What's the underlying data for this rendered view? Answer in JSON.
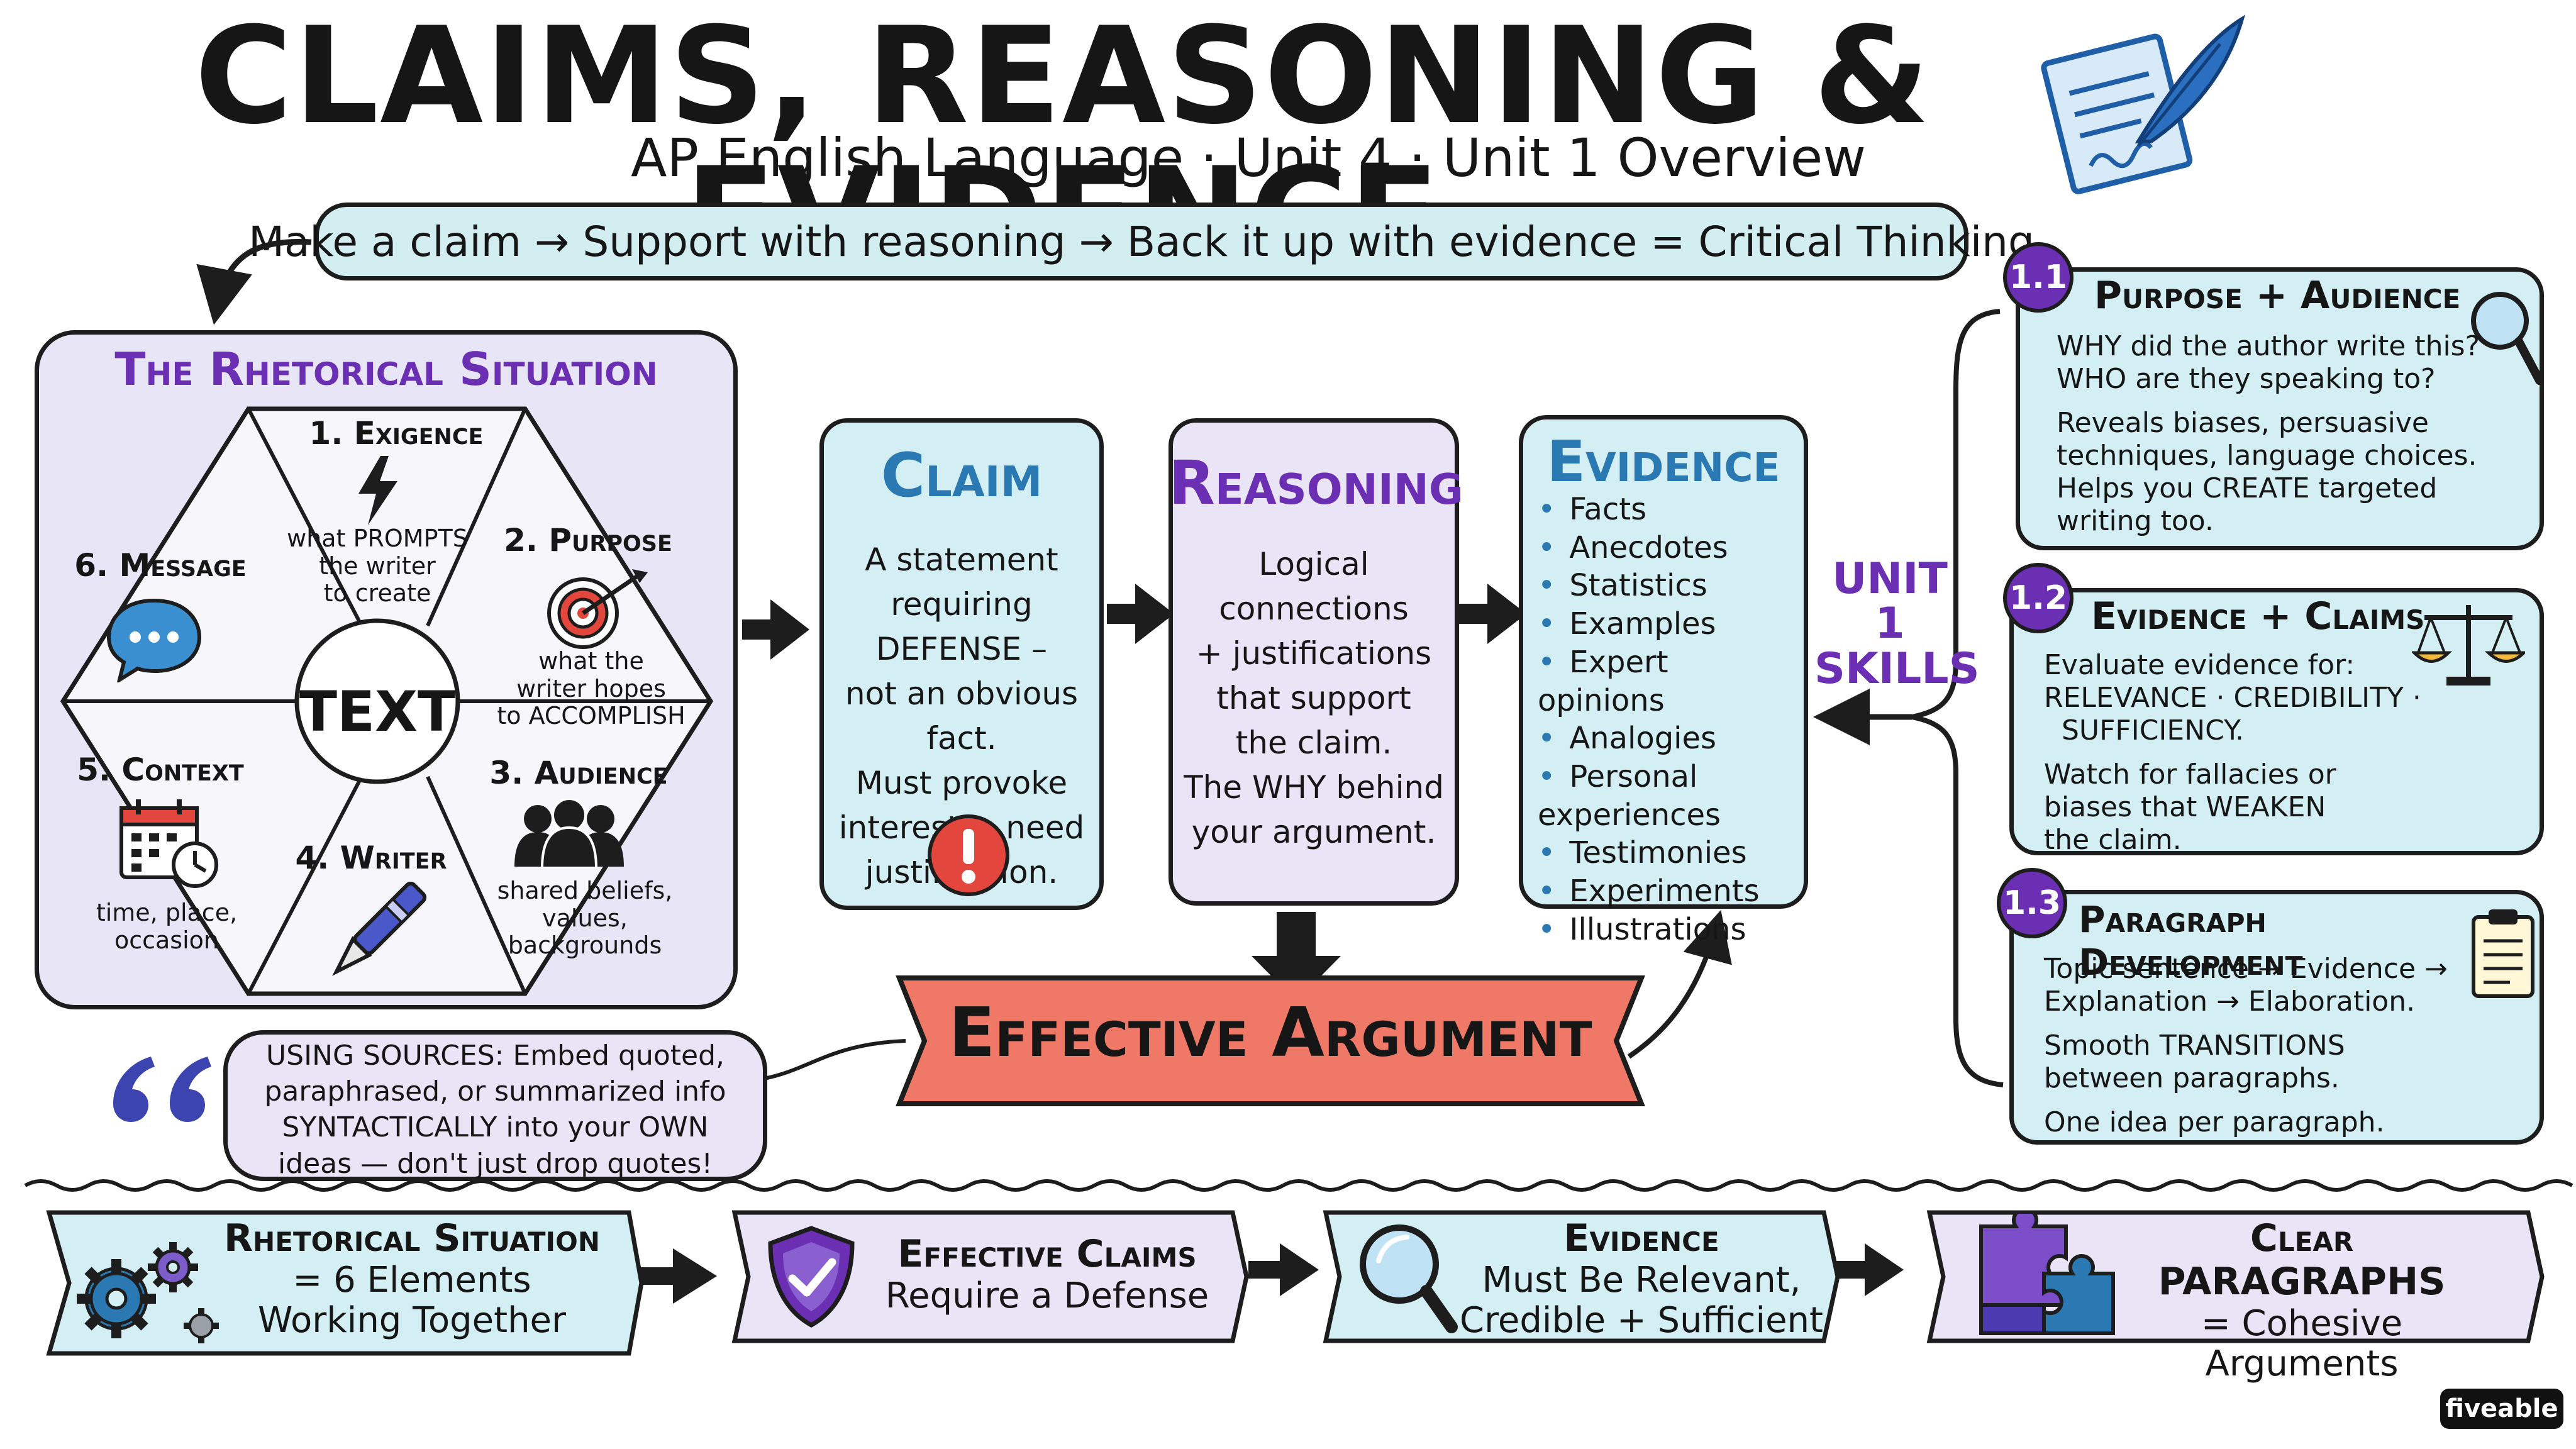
{
  "title": "CLAIMS, REASONING & EVIDENCE",
  "subtitle": "AP English Language · Unit 4 · Unit 1 Overview",
  "banner": "Make a claim → Support with reasoning → Back it up with evidence = Critical Thinking",
  "rhetorical_situation": {
    "title": "The Rhetorical Situation",
    "center": "TEXT",
    "segments": [
      {
        "title": "1. Exigence",
        "desc": [
          "what PROMPTS",
          "the writer",
          "to create"
        ],
        "icon": "lightning-icon"
      },
      {
        "title": "2. Purpose",
        "desc": [
          "what the",
          "writer hopes",
          "to ACCOMPLISH"
        ],
        "icon": "target-icon"
      },
      {
        "title": "3. Audience",
        "desc": [
          "shared beliefs,",
          "values,",
          "backgrounds"
        ],
        "icon": "people-icon"
      },
      {
        "title": "4. Writer",
        "desc": [],
        "icon": "pen-icon"
      },
      {
        "title": "5. Context",
        "desc": [
          "time, place,",
          "occasion"
        ],
        "icon": "calendar-clock-icon"
      },
      {
        "title": "6. Message",
        "desc": [],
        "icon": "speech-bubble-icon"
      }
    ]
  },
  "claim": {
    "title": "Claim",
    "body": [
      "A statement",
      "requiring DEFENSE –",
      "not an obvious fact.",
      "Must provoke",
      "interest + need",
      "justification."
    ],
    "icon": "exclamation-icon"
  },
  "reasoning": {
    "title": "Reasoning",
    "body": [
      "Logical connections",
      "+ justifications",
      "that support",
      "the claim.",
      "The WHY behind",
      "your argument."
    ]
  },
  "evidence": {
    "title": "Evidence",
    "items": [
      "Facts",
      "Anecdotes",
      "Statistics",
      "Examples",
      "Expert opinions",
      "Analogies",
      "Personal experiences",
      "Testimonies",
      "Experiments",
      "Illustrations"
    ]
  },
  "effective_argument": "Effective Argument",
  "using_sources": {
    "lines": [
      "USING SOURCES: Embed quoted,",
      "paraphrased, or summarized info",
      "SYNTACTICALLY into your OWN",
      "ideas — don't just drop quotes!"
    ]
  },
  "unit_skills": [
    "UNIT 1",
    "SKILLS"
  ],
  "skills": [
    {
      "badge": "1.1",
      "title": "Purpose + Audience",
      "paras": [
        [
          "WHY did the author write this?",
          "WHO are they speaking to?"
        ],
        [
          "Reveals biases, persuasive",
          "techniques, language choices.",
          "Helps you CREATE targeted",
          "writing too."
        ]
      ],
      "icon": "magnifier-icon"
    },
    {
      "badge": "1.2",
      "title": "Evidence + Claims",
      "paras": [
        [
          "Evaluate evidence for:",
          "RELEVANCE · CREDIBILITY ·",
          "SUFFICIENCY."
        ],
        [
          "Watch for fallacies or",
          "biases that WEAKEN",
          "the claim."
        ]
      ],
      "icon": "scales-icon"
    },
    {
      "badge": "1.3",
      "title": "Paragraph Development",
      "paras": [
        [
          "Topic sentence → Evidence →",
          "Explanation → Elaboration."
        ],
        [
          "Smooth TRANSITIONS",
          "between paragraphs."
        ],
        [
          "One idea per paragraph."
        ]
      ],
      "icon": "clipboard-icon"
    }
  ],
  "bottom": [
    {
      "title": "Rhetorical Situation",
      "lines": [
        "= 6 Elements",
        "Working Together"
      ],
      "icon": "gears-icon"
    },
    {
      "title": "Effective Claims",
      "lines": [
        "Require a Defense"
      ],
      "icon": "shield-check-icon"
    },
    {
      "title": "Evidence",
      "lines": [
        "Must Be Relevant,",
        "Credible + Sufficient"
      ],
      "icon": "magnifier-icon"
    },
    {
      "title": "Clear PARAGRAPHS",
      "lines": [
        "= Cohesive",
        "Arguments"
      ],
      "icon": "puzzle-icon"
    }
  ],
  "logo": "fiveable",
  "colors": {
    "purple": "#6b2fb3",
    "teal": "#d3eff3",
    "lavender": "#e9e4f6",
    "red_banner": "#f07866",
    "blue": "#2a79b2"
  }
}
